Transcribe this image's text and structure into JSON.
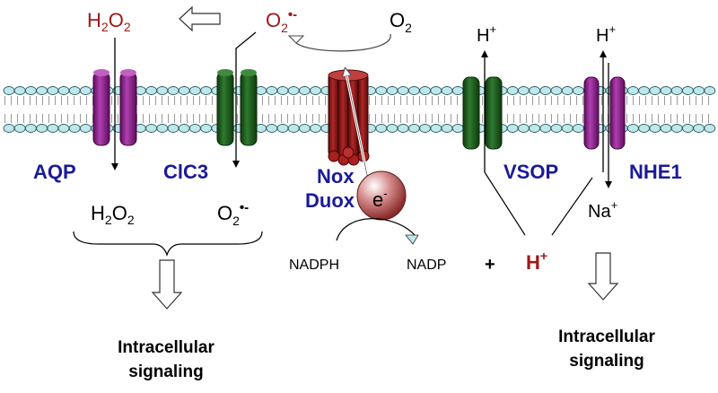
{
  "colors": {
    "accent_red": "#a01818",
    "channel_text": "#1a1a99",
    "aqp": "#8b1a8b",
    "clc3": "#1f5a1f",
    "vsop": "#1f5a1f",
    "nhe1": "#8b1a8b",
    "nox": "#8b1515",
    "lipid_head": "#bfe8ec",
    "electron": "#b05050"
  },
  "icons": [
    "hollow-arrow-left-icon",
    "hollow-arrow-down-icon",
    "curved-arrow-icon",
    "brace-icon",
    "electron-sphere-icon"
  ],
  "top": {
    "h2o2_base": "H",
    "h2o2_sub1": "2",
    "h2o2_mid": "O",
    "h2o2_sub2": "2",
    "superoxide_base": "O",
    "superoxide_sub": "2",
    "superoxide_sup": "•-",
    "oxygen_base": "O",
    "oxygen_sub": "2",
    "proton_left_base": "H",
    "proton_left_sup": "+",
    "proton_right_base": "H",
    "proton_right_sup": "+"
  },
  "channels": {
    "aqp": "AQP",
    "clc3": "ClC3",
    "nox": "Nox",
    "duox": "Duox",
    "vsop": "VSOP",
    "nhe1": "NHE1"
  },
  "bottom": {
    "h2o2_base": "H",
    "h2o2_sub1": "2",
    "h2o2_mid": "O",
    "h2o2_sub2": "2",
    "superoxide_base": "O",
    "superoxide_sub": "2",
    "superoxide_sup": "•-",
    "electron_base": "e",
    "electron_sup": "-",
    "sodium_base": "Na",
    "sodium_sup": "+",
    "nadph": "NADPH",
    "nadp": "NADP",
    "plus": "+",
    "proton_base": "H",
    "proton_sup": "+"
  },
  "signaling": {
    "left_line1": "Intracellular",
    "left_line2": "signaling",
    "right_line1": "Intracellular",
    "right_line2": "signaling"
  }
}
